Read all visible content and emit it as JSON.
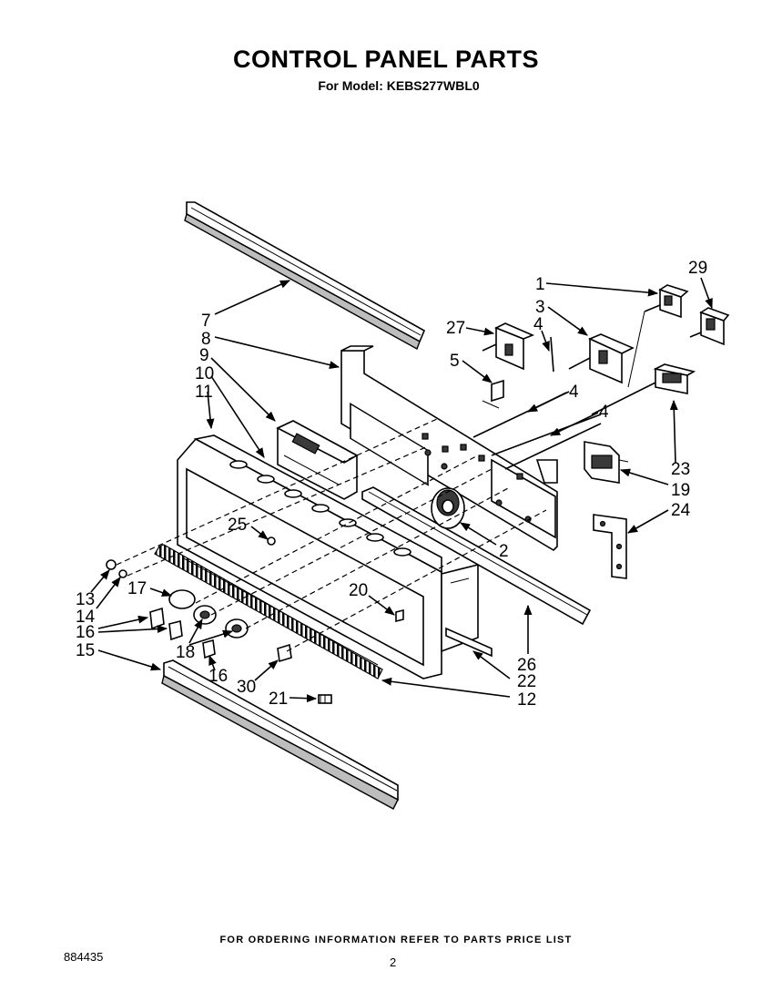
{
  "header": {
    "title": "CONTROL PANEL PARTS",
    "subtitle": "For Model: KEBS277WBL0"
  },
  "callouts": [
    "1",
    "29",
    "3",
    "27",
    "4",
    "5",
    "4",
    "4",
    "7",
    "8",
    "9",
    "10",
    "11",
    "23",
    "19",
    "24",
    "25",
    "2",
    "13",
    "14",
    "17",
    "16",
    "18",
    "15",
    "16",
    "20",
    "30",
    "26",
    "22",
    "21",
    "12"
  ],
  "footer": {
    "note": "FOR ORDERING INFORMATION REFER TO PARTS PRICE LIST",
    "doc_number": "884435",
    "page_number": "2"
  }
}
